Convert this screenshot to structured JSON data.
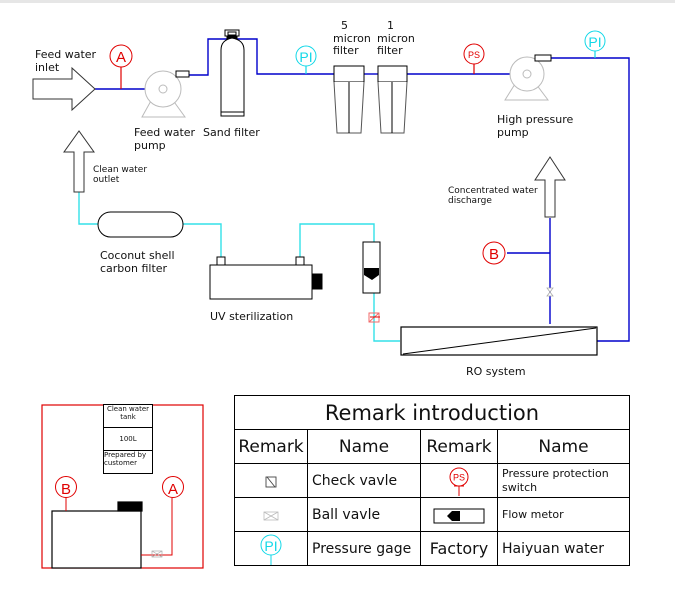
{
  "labels": {
    "feed_water_inlet": [
      "Feed water",
      "inlet"
    ],
    "feed_water_pump": [
      "Feed water",
      "pump"
    ],
    "sand_filter": "Sand filter",
    "micron5_filter": [
      "5",
      "micron",
      "filter"
    ],
    "micron1_filter": [
      "1",
      "micron",
      "filter"
    ],
    "high_pressure_pump": [
      "High pressure",
      "pump"
    ],
    "clean_water_outlet": [
      "Clean water",
      "outlet"
    ],
    "concentrated_discharge": [
      "Concentrated water",
      "discharge"
    ],
    "coconut_filter": [
      "Coconut shell",
      "carbon filter"
    ],
    "uv_sterilization": "UV sterilization",
    "ro_system": "RO system"
  },
  "instruments": {
    "ammeter_a": "A",
    "ammeter_b": "B",
    "pressure_gage": "PI",
    "pressure_switch": "PS"
  },
  "tank": {
    "name": [
      "Clean water",
      "tank"
    ],
    "capacity": "100L",
    "note": [
      "Prepared by",
      "customer"
    ],
    "marker_b": "B",
    "marker_a": "A"
  },
  "remark_table": {
    "title": "Remark introduction",
    "headers": [
      "Remark",
      "Name",
      "Remark",
      "Name"
    ],
    "rows": [
      {
        "left_symbol": "check-valve",
        "left_name": "Check vavle",
        "right_symbol": "PS",
        "right_name": [
          "Pressure protection",
          "switch"
        ]
      },
      {
        "left_symbol": "ball-valve",
        "left_name": "Ball vavle",
        "right_symbol": "flow-meter",
        "right_name": "Flow metor"
      },
      {
        "left_symbol": "PI",
        "left_name": "Pressure gage",
        "right_symbol": "Factory",
        "right_name": "Haiyuan water"
      }
    ]
  },
  "colors": {
    "pipe_raw": "#0000cc",
    "pipe_clean": "#33e0e8",
    "alarm_red": "#e00000",
    "gauge_cyan": "#12d8e8"
  }
}
